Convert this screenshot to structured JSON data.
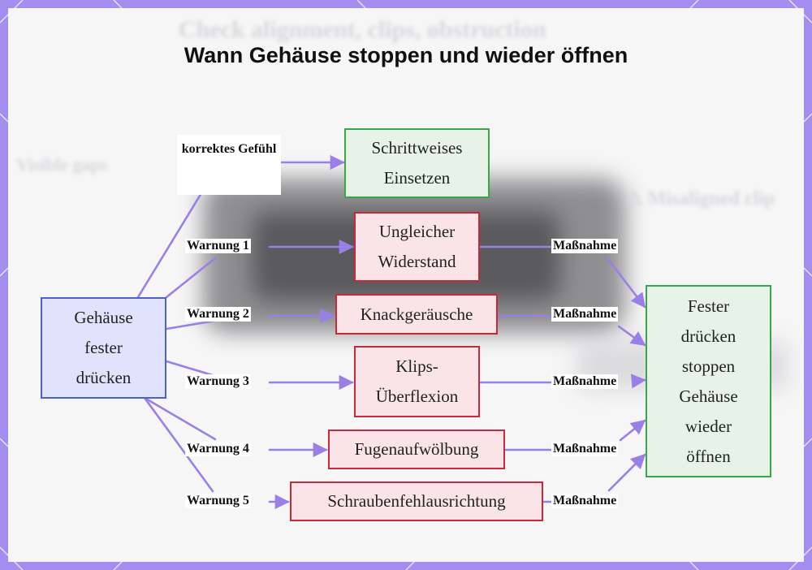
{
  "title": "Wann Gehäuse stoppen und wieder öffnen",
  "source": {
    "label": "Gehäuse fester drücken"
  },
  "correct_path": {
    "edge_label": "korrektes Gefühl",
    "target": "Schrittweises Einsetzen"
  },
  "warnings": [
    {
      "edge_label": "Warnung 1",
      "symptom": "Ungleicher Widerstand",
      "action_label": "Maßnahme"
    },
    {
      "edge_label": "Warnung 2",
      "symptom": "Knackgeräusche",
      "action_label": "Maßnahme"
    },
    {
      "edge_label": "Warnung 3",
      "symptom": "Klips-Überflexion",
      "action_label": "Maßnahme"
    },
    {
      "edge_label": "Warnung 4",
      "symptom": "Fugenaufwölbung",
      "action_label": "Maßnahme"
    },
    {
      "edge_label": "Warnung 5",
      "symptom": "Schraubenfehlausrichtung",
      "action_label": "Maßnahme"
    }
  ],
  "outcome": {
    "label": "Fester drücken stoppen Gehäuse wieder öffnen"
  },
  "colors": {
    "frame": "#a58df0",
    "connector": "#9a7fe6",
    "source_border": "#4b63c9",
    "source_fill": "#dfe3fb",
    "good_border": "#3aa64a",
    "good_fill": "#e6f3e6",
    "warn_border": "#c8283a",
    "warn_fill": "#fbe4e8"
  }
}
